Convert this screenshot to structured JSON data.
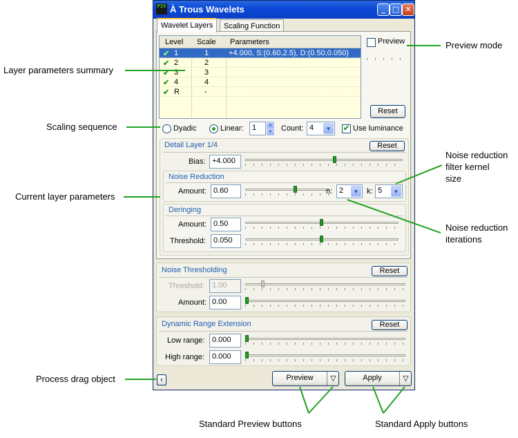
{
  "window": {
    "title": "À Trous Wavelets",
    "app_icon": "PIX"
  },
  "tabs": [
    {
      "label": "Wavelet Layers"
    },
    {
      "label": "Scaling Function"
    }
  ],
  "layer_list": {
    "headers": [
      "Level",
      "Scale",
      "Parameters"
    ],
    "rows": [
      {
        "level": "1",
        "scale": "1",
        "params": "+4.000, S:(0.60,2.5), D:(0.50,0.050)"
      },
      {
        "level": "2",
        "scale": "2",
        "params": ""
      },
      {
        "level": "3",
        "scale": "3",
        "params": ""
      },
      {
        "level": "4",
        "scale": "4",
        "params": ""
      },
      {
        "level": "R",
        "scale": "-",
        "params": ""
      }
    ]
  },
  "preview_checkbox": "Preview",
  "reset_label": "Reset",
  "scaling": {
    "dyadic": "Dyadic",
    "linear": "Linear:",
    "linear_value": "1",
    "count_label": "Count:",
    "count_value": "4",
    "use_luminance": "Use luminance"
  },
  "detail_layer": {
    "title": "Detail Layer 1/4",
    "bias_label": "Bias:",
    "bias_value": "+4.000",
    "bias_pos": 0.57
  },
  "noise_reduction": {
    "title": "Noise Reduction",
    "amount_label": "Amount:",
    "amount_value": "0.60",
    "amount_pos": 0.6,
    "n_label": "n:",
    "n_value": "2",
    "k_label": "k:",
    "k_value": "5"
  },
  "deringing": {
    "title": "Deringing",
    "amount_label": "Amount:",
    "amount_value": "0.50",
    "amount_pos": 0.5,
    "threshold_label": "Threshold:",
    "threshold_value": "0.050",
    "threshold_pos": 0.5
  },
  "noise_thresholding": {
    "title": "Noise Thresholding",
    "threshold_label": "Threshold:",
    "threshold_value": "1.00",
    "threshold_pos": 0.1,
    "amount_label": "Amount:",
    "amount_value": "0.00",
    "amount_pos": 0.0
  },
  "dynamic_range": {
    "title": "Dynamic Range Extension",
    "low_label": "Low range:",
    "low_value": "0.000",
    "low_pos": 0.0,
    "high_label": "High range:",
    "high_value": "0.000",
    "high_pos": 0.0
  },
  "bottom": {
    "preview_button": "Preview",
    "apply_button": "Apply",
    "drag_glyph": "‹",
    "dropdown_glyph": "▽"
  },
  "annotations": {
    "layer_summary": "Layer parameters summary",
    "scaling_sequence": "Scaling sequence",
    "current_layer": "Current layer parameters",
    "drag_object": "Process drag object",
    "preview_mode": "Preview mode",
    "kernel_size_1": "Noise reduction",
    "kernel_size_2": "filter kernel",
    "kernel_size_3": "size",
    "iterations_1": "Noise reduction",
    "iterations_2": "iterations",
    "std_preview": "Standard Preview buttons",
    "std_apply": "Standard Apply buttons"
  },
  "colors": {
    "accent_green": "#21a121",
    "title_blue": "#0b4ad8",
    "group_title": "#2160b0",
    "selection": "#316ac5",
    "annotation_line": "#21a121"
  }
}
